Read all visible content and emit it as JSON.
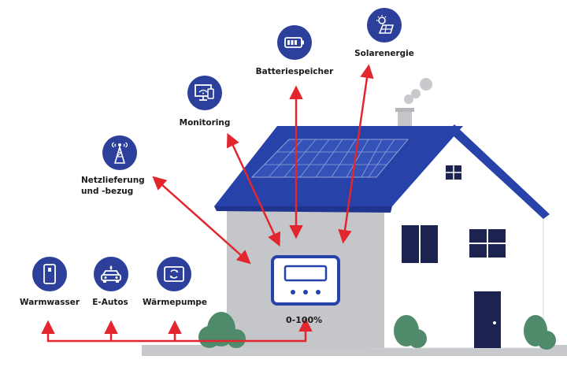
{
  "labels": {
    "solar": "Solarenergie",
    "battery": "Batteriespeicher",
    "monitoring": "Monitoring",
    "grid_line1": "Netzlieferung",
    "grid_line2": "und -bezug",
    "warmwater": "Warmwasser",
    "ecars": "E-Autos",
    "heatpump": "Wärmepumpe",
    "percent": "0-100%"
  },
  "icons": {
    "solar": "solar-panel-sun-icon",
    "battery": "battery-icon",
    "monitoring": "monitor-icon",
    "grid": "transmission-tower-icon",
    "warmwater": "water-heater-icon",
    "ecars": "electric-car-icon",
    "heatpump": "heat-pump-icon"
  },
  "colors": {
    "badge": "#2b3f9b",
    "roof": "#2742a8",
    "arrow": "#e3262e",
    "wall_gray": "#c4c6ca",
    "wall_white": "#ffffff",
    "ground": "#c7c9cd",
    "bush": "#4f8a6a"
  }
}
